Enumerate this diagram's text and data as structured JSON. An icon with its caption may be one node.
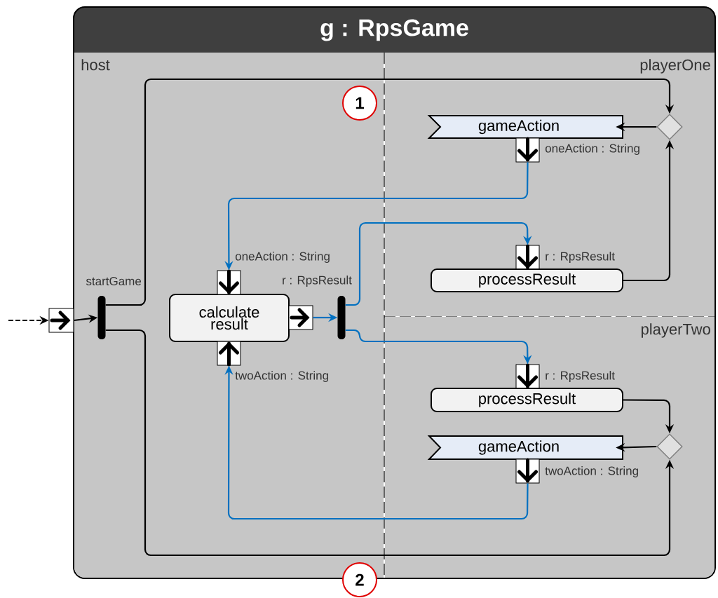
{
  "diagram": {
    "nodes": [
      {
        "text": [
          "g : RpsGame"
        ]
      },
      {
        "text": [
          "host"
        ],
        "in": 0
      },
      {
        "text": [
          "playerOne"
        ],
        "in": 0
      },
      {
        "text": [
          "playerTwo"
        ],
        "in": 0
      },
      {
        "text": [],
        "shape": "box"
      },
      {
        "text": [],
        "shape": "bar",
        "beside": [
          "startGame"
        ],
        "in": 1
      },
      {
        "text": [
          "calculate result"
        ],
        "in": 1
      },
      {
        "text": [],
        "shape": "box",
        "beside": [
          "oneAction : String"
        ],
        "in": 1
      },
      {
        "text": [],
        "shape": "box",
        "beside": [
          "twoAction : String"
        ],
        "in": 1
      },
      {
        "text": [],
        "shape": "box",
        "in": 1
      },
      {
        "text": [],
        "shape": "bar",
        "in": 1
      },
      {
        "text": [],
        "shape": "diamond",
        "in": 2
      },
      {
        "text": [
          "gameAction"
        ],
        "in": 2
      },
      {
        "text": [],
        "shape": "box",
        "beside": [
          "oneAction : String"
        ],
        "in": 2
      },
      {
        "text": [],
        "shape": "box",
        "beside": [
          "r : RpsResult"
        ],
        "in": 2
      },
      {
        "text": [
          "processResult"
        ],
        "in": 2
      },
      {
        "text": [],
        "shape": "box",
        "beside": [
          "r : RpsResult"
        ],
        "in": 3
      },
      {
        "text": [
          "processResult"
        ],
        "in": 3
      },
      {
        "text": [],
        "shape": "diamond",
        "in": 3
      },
      {
        "text": [
          "gameAction"
        ],
        "in": 3
      },
      {
        "text": [],
        "shape": "box",
        "beside": [
          "twoAction : String"
        ],
        "in": 3
      }
    ],
    "edges": [
      {
        "from": null,
        "to": 4,
        "arrow": "to",
        "style": "dashed"
      },
      {
        "from": 4,
        "to": 5,
        "arrow": "to"
      },
      {
        "from": 5,
        "to": 11,
        "arrow": "to"
      },
      {
        "from": 5,
        "to": 18,
        "arrow": "to"
      },
      {
        "from": 11,
        "to": 12,
        "arrow": "to"
      },
      {
        "from": 13,
        "to": 7,
        "arrow": "to",
        "color": "#0070c0"
      },
      {
        "from": 15,
        "to": 11,
        "arrow": "to"
      },
      {
        "from": 9,
        "to": 10,
        "arrow": "to",
        "color": "#0070c0"
      },
      {
        "from": 10,
        "to": 14,
        "arrow": "to",
        "color": "#0070c0"
      },
      {
        "from": 10,
        "to": 16,
        "arrow": "to",
        "color": "#0070c0"
      },
      {
        "from": 17,
        "to": 18,
        "arrow": "to"
      },
      {
        "from": 18,
        "to": 19,
        "arrow": "to"
      },
      {
        "from": 20,
        "to": 8,
        "arrow": "to",
        "color": "#0070c0"
      }
    ],
    "labels": [
      "1",
      "r : RpsResult",
      "2"
    ]
  }
}
